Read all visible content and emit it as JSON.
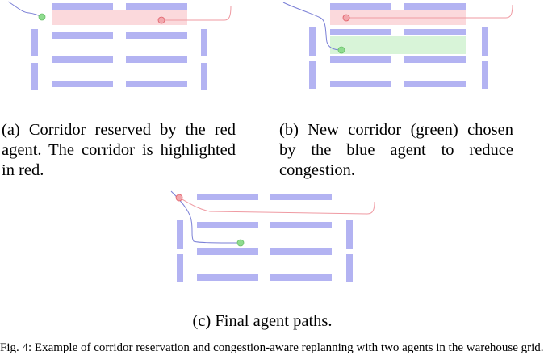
{
  "colors": {
    "shelf": "#b3b3f2",
    "reserved_corridor": "#fbd9dc",
    "new_corridor": "#d8f4d8",
    "red_agent": "#e05c66",
    "blue_agent": "#5a66cc",
    "green_marker": "#8fdc8f",
    "red_path": "#ef9aa2",
    "blue_path": "#7a7fd6"
  },
  "panels": [
    {
      "id": "a",
      "caption": "(a) Corridor reserved by the red agent. The corridor is highlighted in red.",
      "highlights": [
        "red-corridor"
      ],
      "red_agent_marker": "red-circle",
      "blue_agent_marker": "green-circle"
    },
    {
      "id": "b",
      "caption": "(b) New corridor (green) chosen by the blue agent to reduce congestion.",
      "highlights": [
        "red-corridor",
        "green-corridor"
      ],
      "red_agent_marker": "red-circle",
      "blue_agent_marker": "green-circle"
    },
    {
      "id": "c",
      "caption": "(c) Final agent paths.",
      "highlights": [],
      "red_agent_marker": "red-circle",
      "blue_agent_marker": "green-circle"
    }
  ],
  "footer_partial": "Fig. 4: Example of corridor reservation and congestion-aware replanning with two agents in the warehouse grid."
}
